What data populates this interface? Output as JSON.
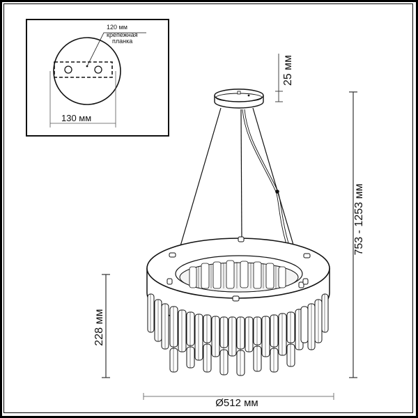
{
  "drawing": {
    "subject": "pendant chandelier with crystal pendants, technical dimension drawing",
    "line_color": "#111111",
    "background": "#ffffff"
  },
  "inset": {
    "canopy_width_label": "130 мм",
    "plate_length_label": "120 мм",
    "plate_caption_line1": "крепежная",
    "plate_caption_line2": "планка"
  },
  "dimensions": {
    "canopy_height": "25 мм",
    "total_height": "753 - 1253 мм",
    "body_height": "228 мм",
    "diameter": "Ø512 мм"
  }
}
